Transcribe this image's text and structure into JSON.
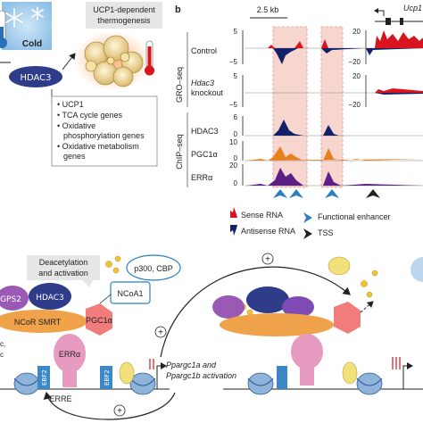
{
  "panel_a": {
    "cold_label": "Cold",
    "hdac3_label": "HDAC3",
    "thermo_title_line1": "UCP1-dependent",
    "thermo_title_line2": "thermogenesis",
    "gene_list": [
      "UCP1",
      "TCA cycle genes",
      "Oxidative",
      "phosphorylation genes",
      "Oxidative metabolism",
      "genes"
    ]
  },
  "panel_b": {
    "panel_letter": "b",
    "scale_label": "2.5 kb",
    "gene_label": "Ucp1",
    "gro_seq_label": "GRO–seq",
    "chip_seq_label": "ChIP–seq",
    "tracks": {
      "control": "Control",
      "hdac3_knockout_line1": "Hdac3",
      "hdac3_knockout_line2": "knockout",
      "hdac3": "HDAC3",
      "pgc1a": "PGC1α",
      "erra": "ERRα"
    },
    "axis_ticks": {
      "gro_top": "5",
      "gro_bottom": "−5",
      "ko_top": "5",
      "ko_bottom": "−5",
      "hdac3_top": "6",
      "hdac3_bottom": "0",
      "pgc_top": "10",
      "pgc_bottom": "0",
      "err_top": "20",
      "err_bottom": "0",
      "right_top": "20",
      "right_bottom": "−20",
      "right_ko_top": "20",
      "right_ko_bottom": "−20"
    },
    "legend": {
      "sense": "Sense RNA",
      "antisense": "Antisense RNA",
      "enhancer": "Functional enhancer",
      "tss": "TSS"
    }
  },
  "panel_c": {
    "deacetylation_line1": "Deacetylation",
    "deacetylation_line2": "and activation",
    "p300_label": "p300, CBP",
    "ncoa1_label": "NCoA1",
    "gps2_label": "GPS2",
    "hdac3_label": "HDAC3",
    "ncor_label": "NCoR SMRT",
    "pgc1a_label": "PGC1α",
    "erra_label": "ERRα",
    "ebf2_left": "EBF2",
    "ebf2_right": "EBF2",
    "erre_label": "ERRE",
    "ppargc_line1": "Ppargc1a and",
    "ppargc_line2": "Ppargc1b activation",
    "plus_sign": "+",
    "partial_left_line1": "c,",
    "partial_left_line2": "c"
  },
  "colors": {
    "sense": "#d8141e",
    "antisense": "#13216a",
    "hdac3_track": "#13216a",
    "pgc_track": "#e9801c",
    "err_track": "#5b1f86",
    "highlight": "#f7d6cf",
    "enhancer_arrow": "#2b7fc1",
    "hdac3_blob": "#2e3c8a",
    "gps2": "#9b59b6",
    "ncor": "#f0a24a",
    "pgc1a": "#f07c7c",
    "erra": "#e89bc0",
    "ebf2": "#3c87c6",
    "yellow": "#f2e07a"
  }
}
